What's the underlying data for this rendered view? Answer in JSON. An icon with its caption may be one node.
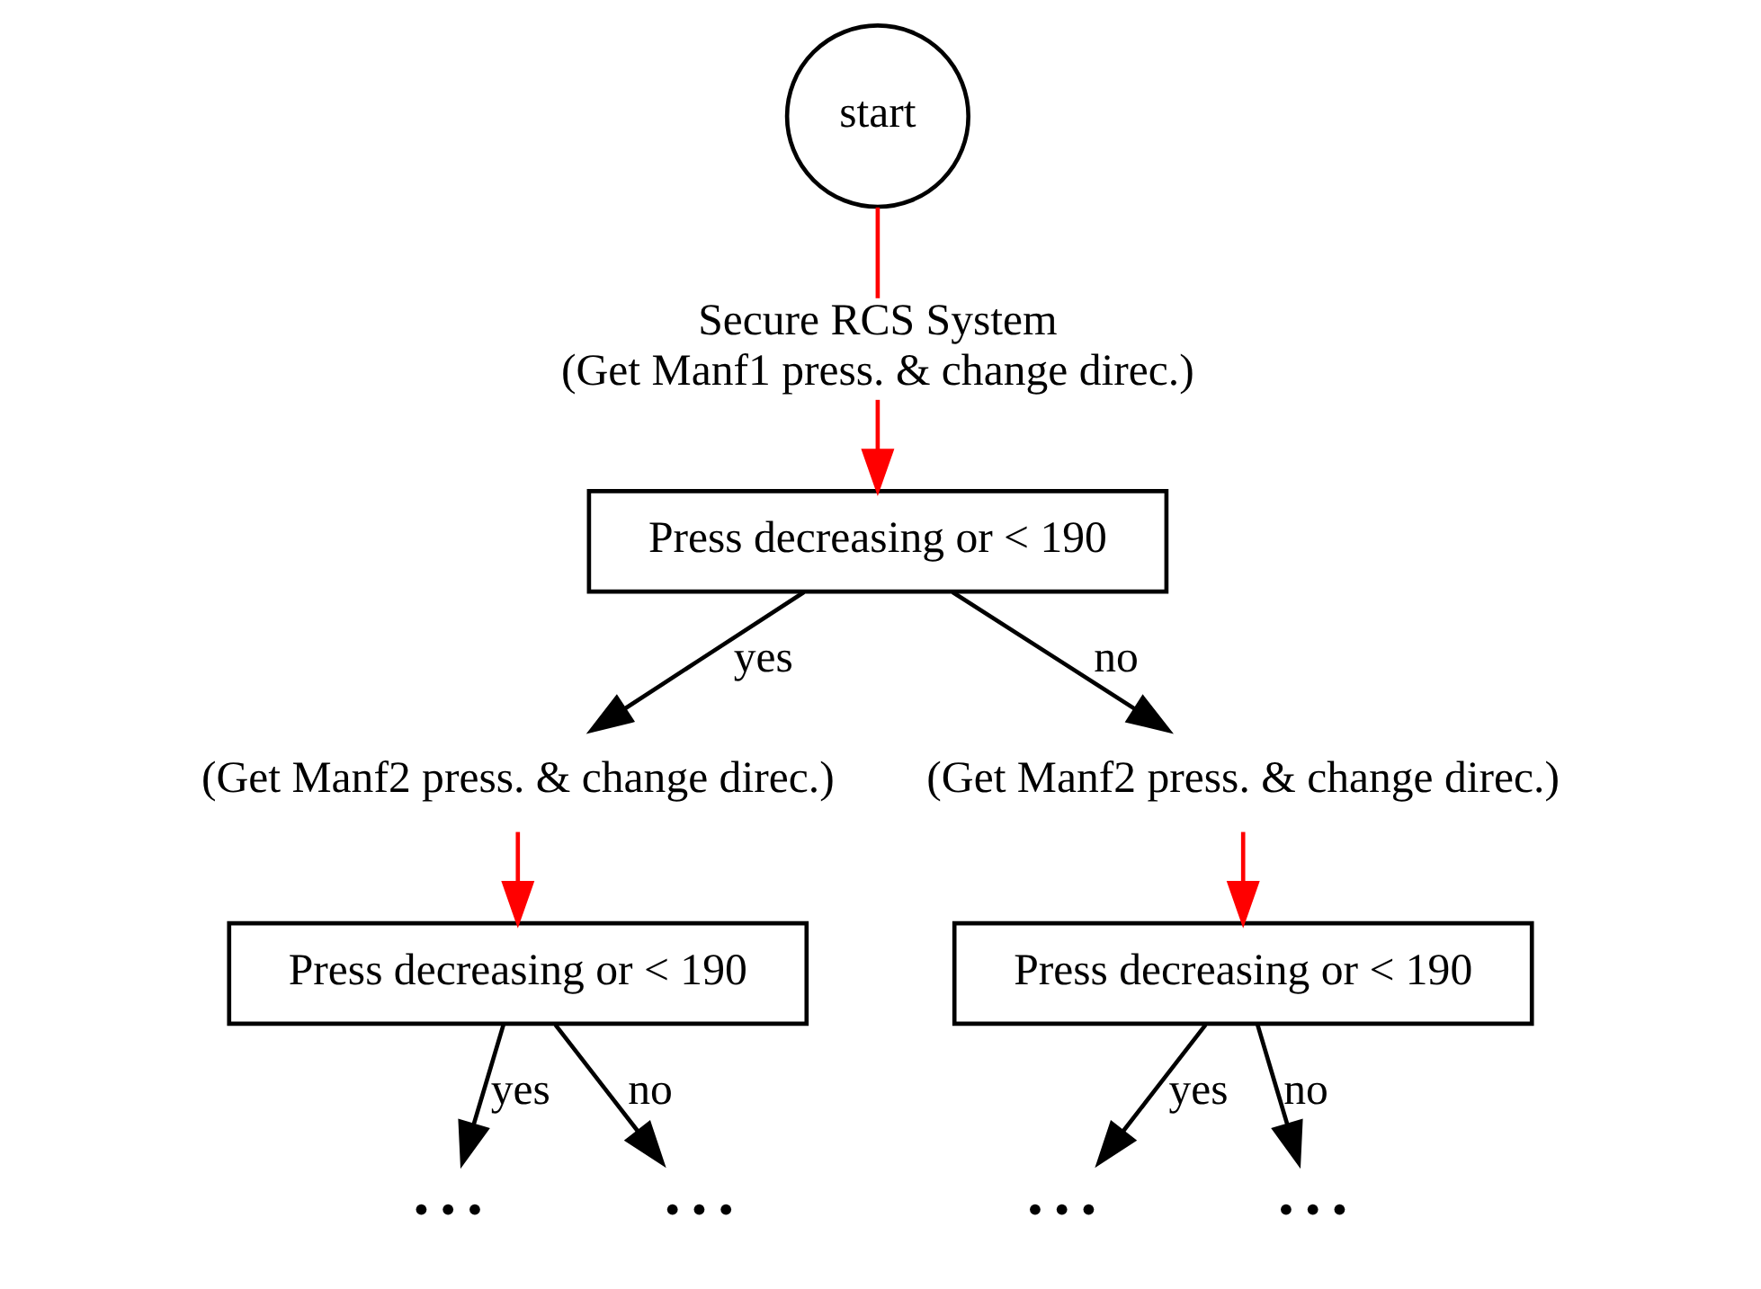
{
  "diagram": {
    "nodes": [
      {
        "text": [
          "start"
        ]
      },
      {
        "text": [
          "Secure RCS System",
          "(Get Manf1 press. & change direc.)"
        ]
      },
      {
        "text": [
          "Press decreasing or < 190"
        ]
      },
      {
        "text": [
          "(Get Manf2 press. & change direc.)"
        ]
      },
      {
        "text": [
          "(Get Manf2 press. & change direc.)"
        ]
      },
      {
        "text": [
          "Press decreasing or < 190"
        ]
      },
      {
        "text": [
          "Press decreasing or < 190"
        ]
      },
      {
        "text": [
          "• • •"
        ]
      },
      {
        "text": [
          "• • •"
        ]
      },
      {
        "text": [
          "• • •"
        ]
      },
      {
        "text": [
          "• • •"
        ]
      }
    ],
    "edges": [
      {
        "from": 0,
        "to": 1,
        "arrow": "none",
        "color": "#ff0000"
      },
      {
        "from": 1,
        "to": 2,
        "arrow": "to",
        "color": "#ff0000"
      },
      {
        "from": 2,
        "to": 3,
        "arrow": "to",
        "label": "yes"
      },
      {
        "from": 2,
        "to": 4,
        "arrow": "to",
        "label": "no"
      },
      {
        "from": 3,
        "to": 5,
        "arrow": "to",
        "color": "#ff0000"
      },
      {
        "from": 4,
        "to": 6,
        "arrow": "to",
        "color": "#ff0000"
      },
      {
        "from": 5,
        "to": 7,
        "arrow": "to",
        "label": "yes"
      },
      {
        "from": 5,
        "to": 8,
        "arrow": "to",
        "label": "no"
      },
      {
        "from": 6,
        "to": 9,
        "arrow": "to",
        "label": "yes"
      },
      {
        "from": 6,
        "to": 10,
        "arrow": "to",
        "label": "no"
      }
    ]
  }
}
